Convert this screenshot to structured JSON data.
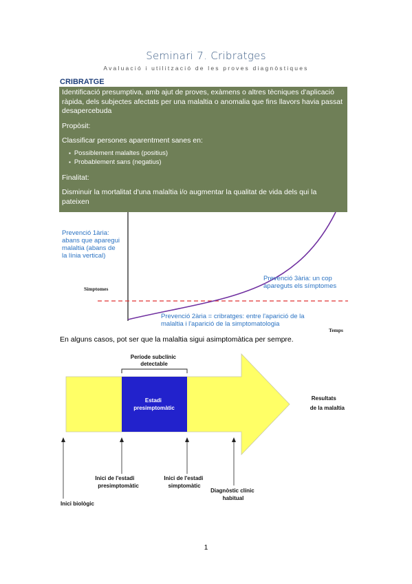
{
  "header": {
    "title": "Seminari 7. Cribratges",
    "subtitle": "Avaluació i utilització de les proves diagnòstiques"
  },
  "section": {
    "heading": "CRIBRATGE"
  },
  "definition_box": {
    "definition": "Identificació presumptiva, amb ajut de proves, exàmens o altres tècniques d'aplicació ràpida, dels subjectes afectats per una malaltia o anomalia que fins llavors havia passat desapercebuda",
    "purpose_heading": "Propòsit:",
    "purpose_text": "Classificar persones aparentment sanes en:",
    "purpose_items": [
      "Possiblement malaltes  (positius)",
      "Probablement sans (negatius)"
    ],
    "goal_heading": "Finalitat:",
    "goal_text": "Disminuir la mortalitat d'una malaltia i/o augmentar la qualitat  de vida dels qui la pateixen"
  },
  "prevention_chart": {
    "primary_lines": [
      "Prevenció 1ària:",
      "abans que aparegui",
      "malaltia (abans de",
      "la línia vertical)"
    ],
    "symptoms_label": "Símptomes",
    "tertiary_lines": [
      "Prevenció 3ària: un cop",
      "apareguts els símptomes"
    ],
    "secondary_lines": [
      "Prevenció 2ària = cribratges: entre l'aparició de la",
      "malaltia i l'aparició de la simptomatologia"
    ],
    "time_label": "Temps",
    "curve_color": "#7030a0",
    "threshold_color": "#e03030",
    "label_color": "#2a72c2"
  },
  "note": "En alguns casos, pot ser que la malaltia sigui asimptomàtica per sempre.",
  "stage_diagram": {
    "subclinical_lines": [
      "Període subclínic",
      "detectable"
    ],
    "stage_lines": [
      "Estadi",
      "presimptomàtic"
    ],
    "results_lines": [
      "Resultats",
      "de la malaltia"
    ],
    "presymptomatic_start_lines": [
      "Inici de l'estadi",
      "presimptomàtic"
    ],
    "symptomatic_start_lines": [
      "Inici de l'estadi",
      "simptomàtic"
    ],
    "diagnosis_lines": [
      "Diagnòstic clínic",
      "habitual"
    ],
    "biological_start": "Inici biològic",
    "arrow_color": "#ffff66",
    "stage_color": "#2222cc"
  },
  "footer": {
    "page_number": "1"
  }
}
